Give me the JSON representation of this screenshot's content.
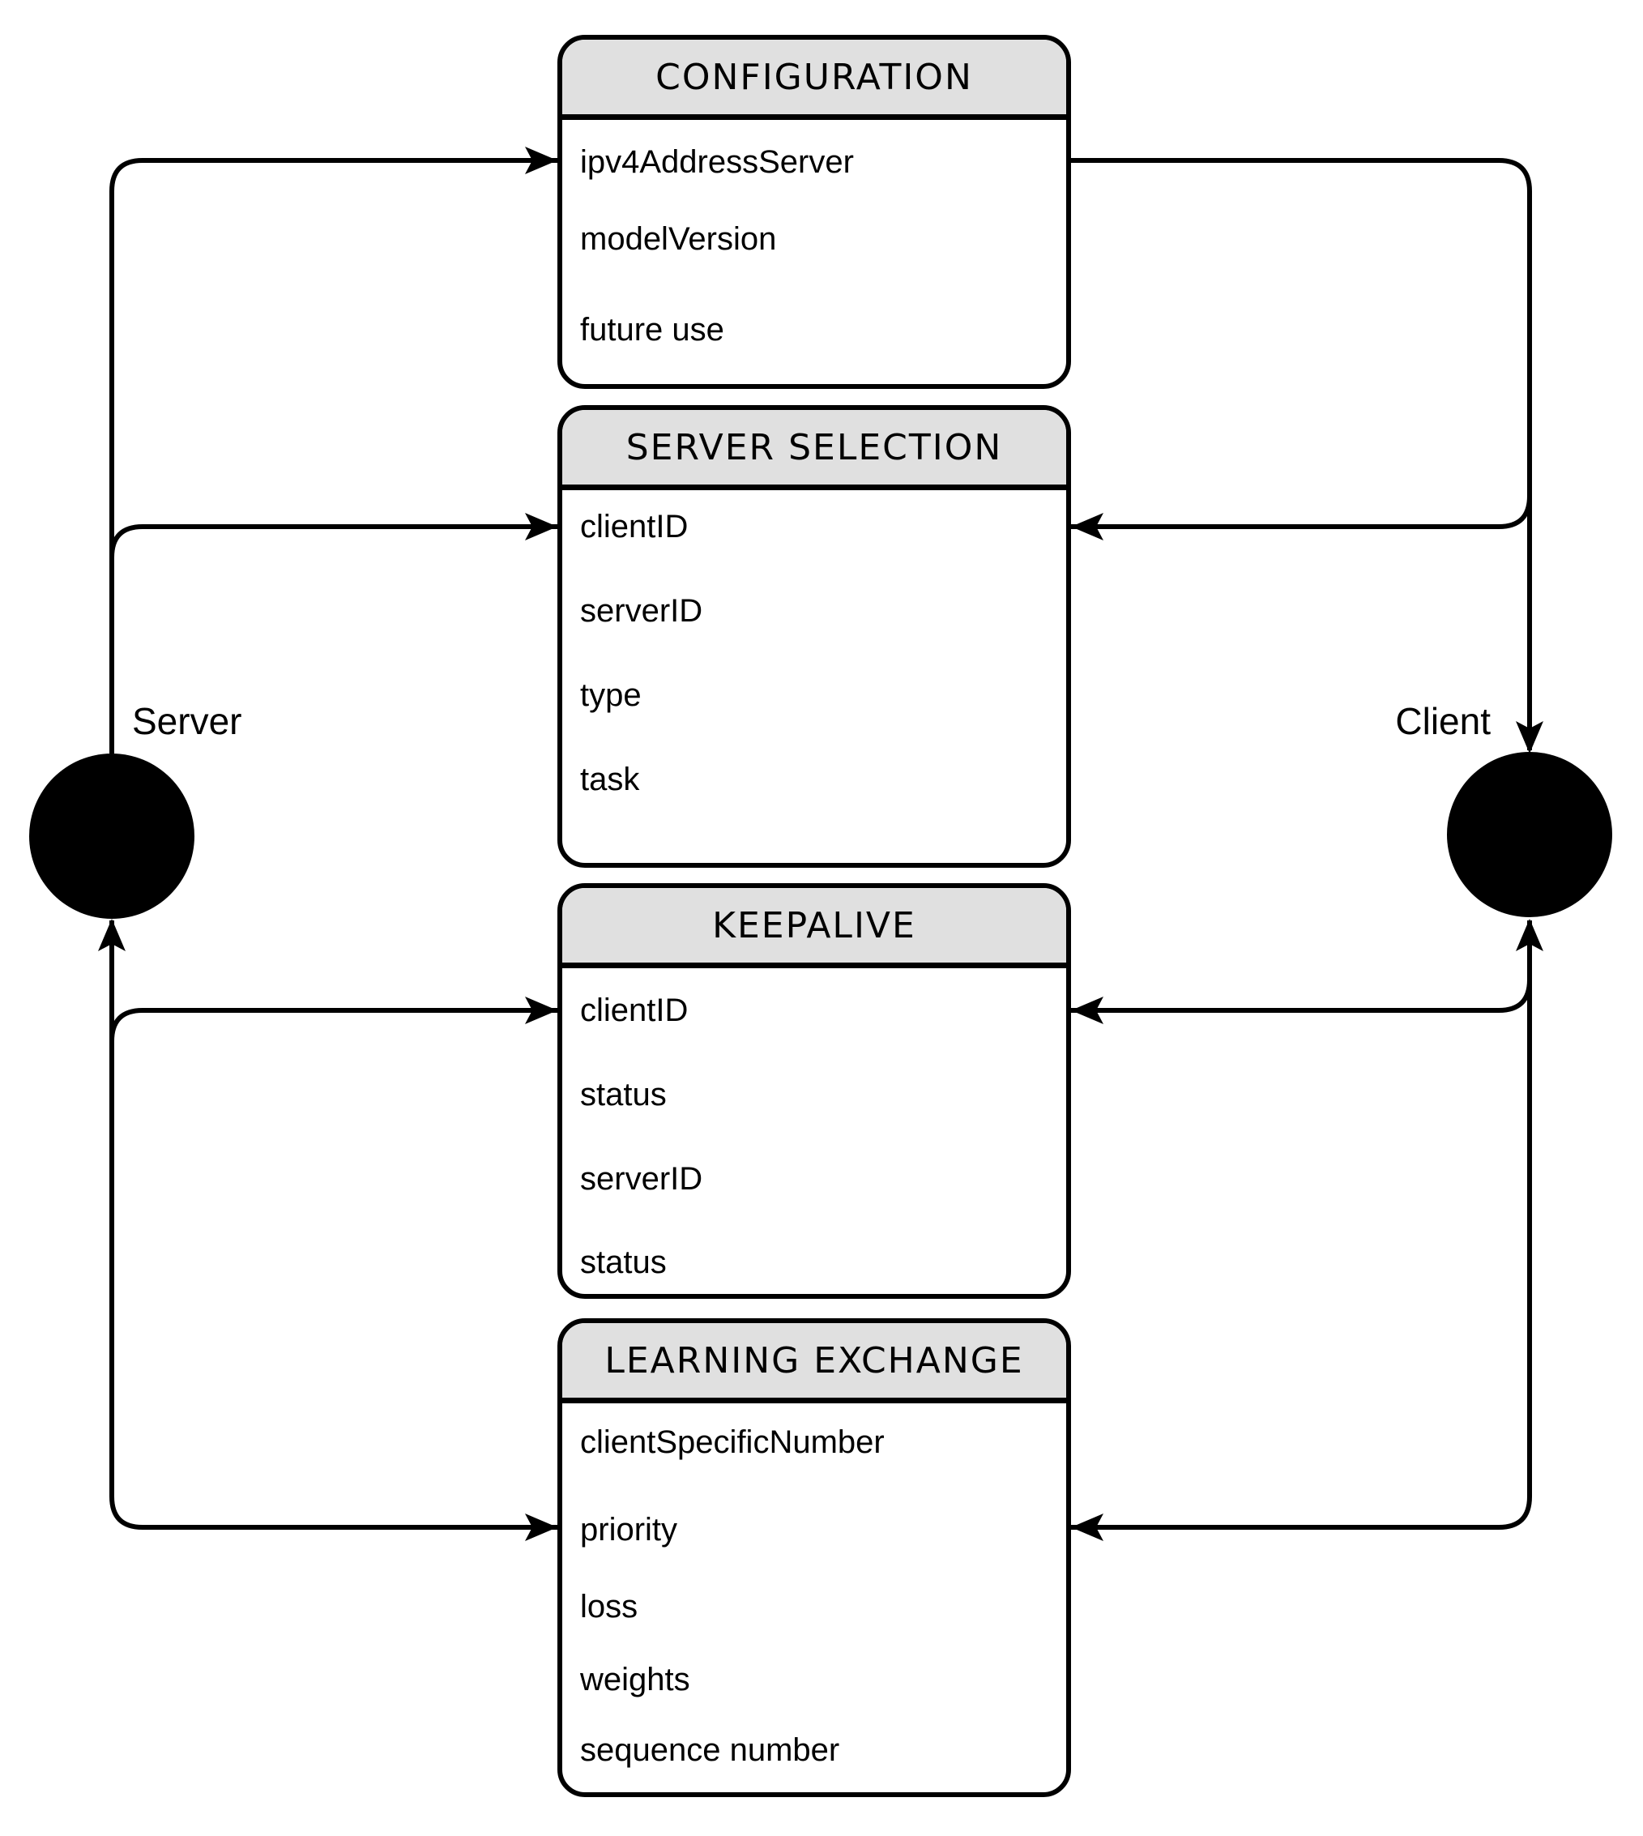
{
  "diagram": {
    "server_label": "Server",
    "client_label": "Client",
    "boxes": [
      {
        "title": "CONFIGURATION",
        "fields": [
          "ipv4AddressServer",
          "modelVersion",
          "future use"
        ]
      },
      {
        "title": "SERVER SELECTION",
        "fields": [
          "clientID",
          "serverID",
          "type",
          "task"
        ]
      },
      {
        "title": "KEEPALIVE",
        "fields": [
          "clientID",
          "status",
          "serverID",
          "status"
        ]
      },
      {
        "title": "LEARNING EXCHANGE",
        "fields": [
          "clientSpecificNumber",
          "priority",
          "loss",
          "weights",
          "sequence number"
        ]
      }
    ],
    "colors": {
      "header_bg": "#e0e0e0",
      "line": "#000000",
      "box_bg": "#ffffff",
      "node_fill": "#000000"
    }
  }
}
